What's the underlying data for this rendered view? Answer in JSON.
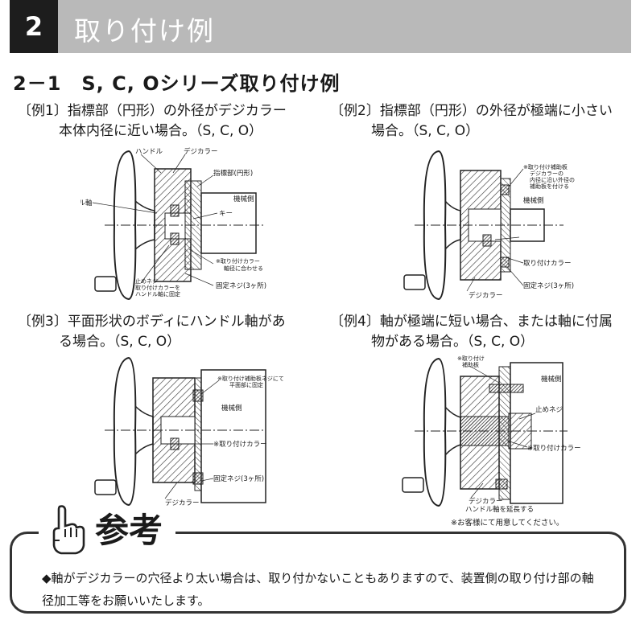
{
  "header": {
    "section_number": "2",
    "section_title": "取り付け例"
  },
  "subsection": {
    "title": "2－1　S, C, Oシリーズ取り付け例"
  },
  "examples": [
    {
      "line1": "〔例1〕指標部（円形）の外径がデジカラー",
      "line2": "　　　本体内径に近い場合。（S, C, O）"
    },
    {
      "line1": "〔例2〕指標部（円形）の外径が極端に小さい",
      "line2": "　　　場合。（S, C, O）"
    },
    {
      "line1": "〔例3〕平面形状のボディにハンドル軸があ",
      "line2": "　　　る場合。（S, C, O）"
    },
    {
      "line1": "〔例4〕軸が極端に短い場合、または軸に付属",
      "line2": "　　　物がある場合。（S, C, O）"
    }
  ],
  "fig1": {
    "handle": "ハンドル",
    "digicolor": "デジカラー",
    "indicator": "指標部(円形)",
    "machine": "機械側",
    "shaft": "ハンドル軸",
    "key": "キー",
    "note_a": "※取り付けカラー",
    "note_b": "軸径に合わせる",
    "stop1": "止めネジ",
    "stop2": "取り付けカラーを",
    "stop3": "ハンドル軸に固定",
    "screw": "固定ネジ(3ヶ所)"
  },
  "fig2": {
    "aux1": "※取り付け補助板",
    "aux2": "デジカラーの",
    "aux3": "内径に沿い外径の",
    "aux4": "補助板を付ける",
    "machine": "機械側",
    "collar": "取り付けカラー",
    "screw": "固定ネジ(3ヶ所)",
    "digicolor": "デジカラー"
  },
  "fig3": {
    "note1": "※取り付け補助板ネジにて",
    "note2": "平面部に固定",
    "machine": "機械側",
    "collar": "※取り付けカラー",
    "screw": "固定ネジ(3ヶ所)",
    "digicolor": "デジカラー"
  },
  "fig4": {
    "aux1": "※取り付け",
    "aux2": "補助板",
    "machine": "機械側",
    "stop": "止めネジ",
    "collar": "※取り付けカラー",
    "digicolor": "デジカラー",
    "extend": "ハンドル軸を延長する"
  },
  "footnote": "※お客様にて用意してください。",
  "reference": {
    "title": "参考",
    "text": "◆軸がデジカラーの穴径より太い場合は、取り付かないこともありますので、装置側の取り付け部の軸径加工等をお願いいたします。"
  }
}
